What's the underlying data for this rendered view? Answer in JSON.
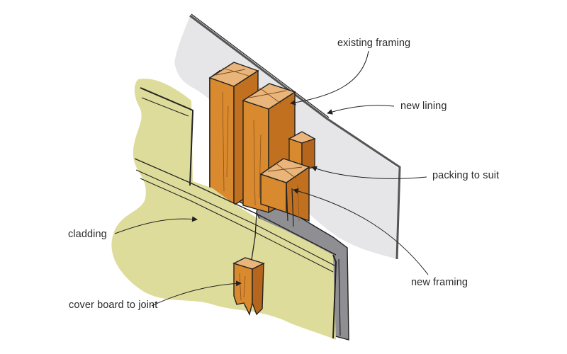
{
  "diagram": {
    "labels": {
      "existing_framing": "existing framing",
      "new_lining": "new lining",
      "packing_to_suit": "packing to suit",
      "cladding": "cladding",
      "new_framing": "new framing",
      "cover_board": "cover board to joint"
    },
    "colors": {
      "lining": "#e6e6e8",
      "lining_edge": "#555555",
      "cladding": "#dedc9a",
      "timber_front": "#d9892e",
      "timber_side": "#b5661c",
      "timber_top": "#e9b57a",
      "membrane": "#8f8f93",
      "line": "#222222"
    }
  }
}
